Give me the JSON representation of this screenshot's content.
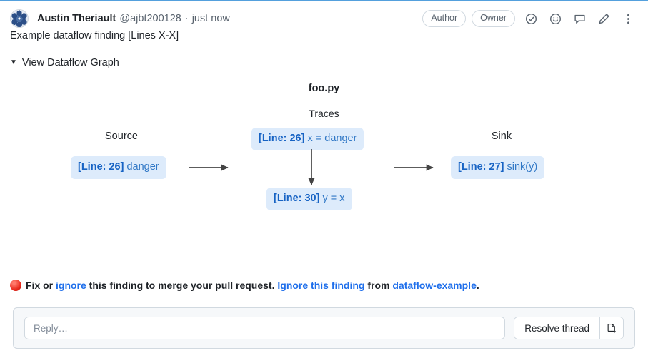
{
  "top_rule_color": "#54a0dd",
  "header": {
    "avatar_name": "user-avatar",
    "author": "Austin Theriault",
    "handle": "@ajbt200128",
    "separator": "·",
    "timestamp": "just now",
    "badges": [
      {
        "label": "Author"
      },
      {
        "label": "Owner"
      }
    ],
    "actions": [
      {
        "name": "tasklist-check-icon"
      },
      {
        "name": "emoji-smiley-icon"
      },
      {
        "name": "quote-reply-icon"
      },
      {
        "name": "edit-pencil-icon"
      },
      {
        "name": "kebab-menu-icon"
      }
    ]
  },
  "finding": {
    "title": "Example dataflow finding [Lines X-X]",
    "disclosure_caret": "▼",
    "disclosure_label": "View Dataflow Graph"
  },
  "graph": {
    "file_name": "foo.py",
    "traces_heading": "Traces",
    "source_label": "Source",
    "sink_label": "Sink",
    "node_bg": "#ddebfb",
    "node_line_color": "#1763c4",
    "node_code_color": "#3178c6",
    "arrow_color": "#444444",
    "nodes": {
      "source": {
        "line": "[Line: 26]",
        "code": "danger"
      },
      "trace_1": {
        "line": "[Line: 26]",
        "code": "x = danger"
      },
      "trace_2": {
        "line": "[Line: 30]",
        "code": "y = x"
      },
      "sink": {
        "line": "[Line: 27]",
        "code": "sink(y)"
      }
    }
  },
  "fix_message": {
    "status_icon": "red-circle",
    "prefix": "Fix or ",
    "link_ignore": "ignore",
    "middle": " this finding to merge your pull request. ",
    "link_ignore_finding": "Ignore this finding",
    "from_text": " from ",
    "link_project": "dataflow-example",
    "period": ".",
    "link_color": "#1f6feb"
  },
  "reply": {
    "placeholder": "Reply…",
    "value": "",
    "resolve_label": "Resolve thread",
    "extra_icon": "new-file-plus-icon"
  }
}
